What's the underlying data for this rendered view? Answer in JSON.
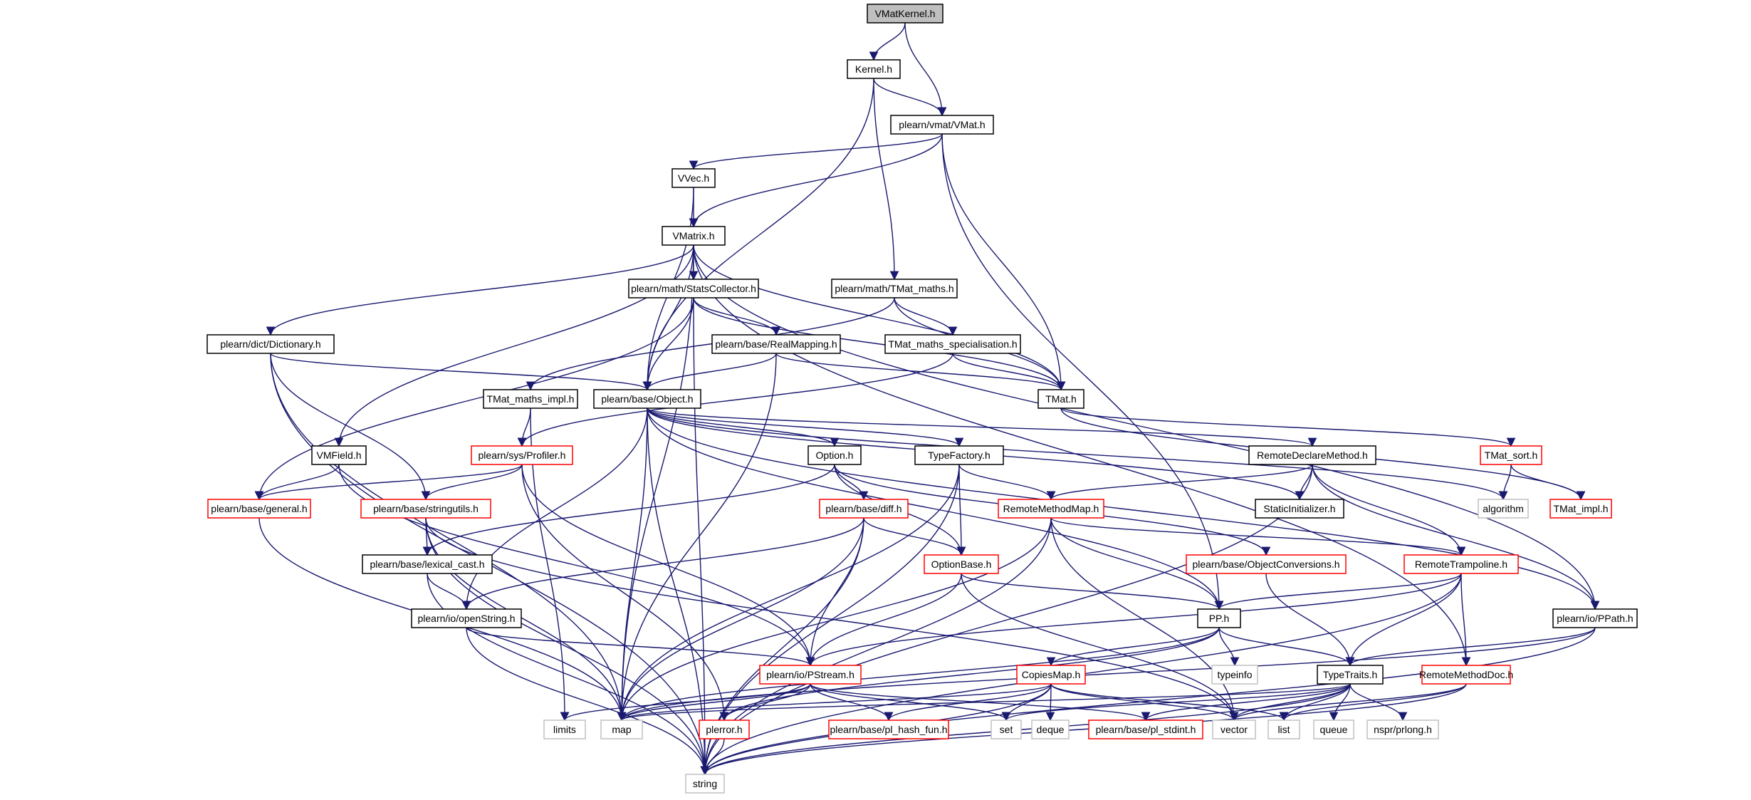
{
  "colors": {
    "edge": "#191970",
    "border_normal": "#000000",
    "border_red": "#ff0000",
    "border_gray": "#c0c0c0",
    "root_fill": "#bfbfbf",
    "fill": "#ffffff"
  },
  "nodes": [
    {
      "id": "vmatkernel",
      "label": "VMatKernel.h",
      "kind": "root"
    },
    {
      "id": "kernel",
      "label": "Kernel.h",
      "kind": "normal"
    },
    {
      "id": "vmat",
      "label": "plearn/vmat/VMat.h",
      "kind": "normal"
    },
    {
      "id": "vvec",
      "label": "VVec.h",
      "kind": "normal"
    },
    {
      "id": "vmatrix",
      "label": "VMatrix.h",
      "kind": "normal"
    },
    {
      "id": "statscoll",
      "label": "plearn/math/StatsCollector.h",
      "kind": "normal"
    },
    {
      "id": "tmatmaths",
      "label": "plearn/math/TMat_maths.h",
      "kind": "normal"
    },
    {
      "id": "dictionary",
      "label": "plearn/dict/Dictionary.h",
      "kind": "normal"
    },
    {
      "id": "realmapping",
      "label": "plearn/base/RealMapping.h",
      "kind": "normal"
    },
    {
      "id": "tmatspec",
      "label": "TMat_maths_specialisation.h",
      "kind": "normal"
    },
    {
      "id": "tmatmathsimpl",
      "label": "TMat_maths_impl.h",
      "kind": "normal"
    },
    {
      "id": "object",
      "label": "plearn/base/Object.h",
      "kind": "normal"
    },
    {
      "id": "tmat",
      "label": "TMat.h",
      "kind": "normal"
    },
    {
      "id": "vmfield",
      "label": "VMField.h",
      "kind": "normal"
    },
    {
      "id": "profiler",
      "label": "plearn/sys/Profiler.h",
      "kind": "red"
    },
    {
      "id": "option",
      "label": "Option.h",
      "kind": "normal"
    },
    {
      "id": "typefactory",
      "label": "TypeFactory.h",
      "kind": "normal"
    },
    {
      "id": "remotedeclare",
      "label": "RemoteDeclareMethod.h",
      "kind": "normal"
    },
    {
      "id": "tmatsort",
      "label": "TMat_sort.h",
      "kind": "red"
    },
    {
      "id": "general",
      "label": "plearn/base/general.h",
      "kind": "red"
    },
    {
      "id": "stringutils",
      "label": "plearn/base/stringutils.h",
      "kind": "red"
    },
    {
      "id": "diff",
      "label": "plearn/base/diff.h",
      "kind": "red"
    },
    {
      "id": "remotemethodmap",
      "label": "RemoteMethodMap.h",
      "kind": "red"
    },
    {
      "id": "staticinit",
      "label": "StaticInitializer.h",
      "kind": "normal"
    },
    {
      "id": "algorithm",
      "label": "algorithm",
      "kind": "gray"
    },
    {
      "id": "tmatimpl",
      "label": "TMat_impl.h",
      "kind": "red"
    },
    {
      "id": "lexicalcast",
      "label": "plearn/base/lexical_cast.h",
      "kind": "normal"
    },
    {
      "id": "optionbase",
      "label": "OptionBase.h",
      "kind": "red"
    },
    {
      "id": "objconv",
      "label": "plearn/base/ObjectConversions.h",
      "kind": "red"
    },
    {
      "id": "remotetramp",
      "label": "RemoteTrampoline.h",
      "kind": "red"
    },
    {
      "id": "openstring",
      "label": "plearn/io/openString.h",
      "kind": "normal"
    },
    {
      "id": "pp",
      "label": "PP.h",
      "kind": "normal"
    },
    {
      "id": "ppath",
      "label": "plearn/io/PPath.h",
      "kind": "normal"
    },
    {
      "id": "pstream",
      "label": "plearn/io/PStream.h",
      "kind": "red"
    },
    {
      "id": "copiesmap",
      "label": "CopiesMap.h",
      "kind": "red"
    },
    {
      "id": "typeinfo",
      "label": "typeinfo",
      "kind": "gray"
    },
    {
      "id": "typetraits",
      "label": "TypeTraits.h",
      "kind": "normal"
    },
    {
      "id": "remotemethoddoc",
      "label": "RemoteMethodDoc.h",
      "kind": "red"
    },
    {
      "id": "limits",
      "label": "limits",
      "kind": "gray"
    },
    {
      "id": "map",
      "label": "map",
      "kind": "gray"
    },
    {
      "id": "plerror",
      "label": "plerror.h",
      "kind": "red"
    },
    {
      "id": "plhash",
      "label": "plearn/base/pl_hash_fun.h",
      "kind": "red"
    },
    {
      "id": "set",
      "label": "set",
      "kind": "gray"
    },
    {
      "id": "deque",
      "label": "deque",
      "kind": "gray"
    },
    {
      "id": "plstdint",
      "label": "plearn/base/pl_stdint.h",
      "kind": "red"
    },
    {
      "id": "vector",
      "label": "vector",
      "kind": "gray"
    },
    {
      "id": "list",
      "label": "list",
      "kind": "gray"
    },
    {
      "id": "queue",
      "label": "queue",
      "kind": "gray"
    },
    {
      "id": "nsprlong",
      "label": "nspr/prlong.h",
      "kind": "gray"
    },
    {
      "id": "string",
      "label": "string",
      "kind": "gray"
    }
  ],
  "edges": [
    [
      "vmatkernel",
      "kernel"
    ],
    [
      "vmatkernel",
      "vmat"
    ],
    [
      "kernel",
      "vmat"
    ],
    [
      "kernel",
      "object"
    ],
    [
      "kernel",
      "tmatmaths"
    ],
    [
      "vmat",
      "vvec"
    ],
    [
      "vmat",
      "vmatrix"
    ],
    [
      "vmat",
      "tmat"
    ],
    [
      "vmat",
      "pp"
    ],
    [
      "vvec",
      "vmatrix"
    ],
    [
      "vvec",
      "object"
    ],
    [
      "vmatrix",
      "statscoll"
    ],
    [
      "vmatrix",
      "dictionary"
    ],
    [
      "vmatrix",
      "object"
    ],
    [
      "vmatrix",
      "tmat"
    ],
    [
      "vmatrix",
      "vmfield"
    ],
    [
      "vmatrix",
      "ppath"
    ],
    [
      "vmatrix",
      "remotemethoddoc"
    ],
    [
      "vmatrix",
      "map"
    ],
    [
      "statscoll",
      "realmapping"
    ],
    [
      "statscoll",
      "object"
    ],
    [
      "statscoll",
      "tmat"
    ],
    [
      "statscoll",
      "general"
    ],
    [
      "statscoll",
      "string"
    ],
    [
      "tmatmaths",
      "tmatspec"
    ],
    [
      "tmatmaths",
      "tmat"
    ],
    [
      "tmatmaths",
      "tmatmathsimpl"
    ],
    [
      "dictionary",
      "object"
    ],
    [
      "dictionary",
      "stringutils"
    ],
    [
      "dictionary",
      "map"
    ],
    [
      "dictionary",
      "string"
    ],
    [
      "realmapping",
      "object"
    ],
    [
      "realmapping",
      "tmat"
    ],
    [
      "realmapping",
      "map"
    ],
    [
      "tmatspec",
      "tmat"
    ],
    [
      "tmatspec",
      "profiler"
    ],
    [
      "tmatmathsimpl",
      "profiler"
    ],
    [
      "tmatmathsimpl",
      "limits"
    ],
    [
      "object",
      "option"
    ],
    [
      "object",
      "typefactory"
    ],
    [
      "object",
      "remotedeclare"
    ],
    [
      "object",
      "staticinit"
    ],
    [
      "object",
      "pp"
    ],
    [
      "object",
      "ppath"
    ],
    [
      "object",
      "openstring"
    ],
    [
      "object",
      "map"
    ],
    [
      "object",
      "string"
    ],
    [
      "object",
      "algorithm"
    ],
    [
      "tmat",
      "tmatsort"
    ],
    [
      "tmat",
      "tmatimpl"
    ],
    [
      "tmatsort",
      "algorithm"
    ],
    [
      "tmatsort",
      "tmatimpl"
    ],
    [
      "vmfield",
      "general"
    ],
    [
      "vmfield",
      "pstream"
    ],
    [
      "profiler",
      "general"
    ],
    [
      "profiler",
      "stringutils"
    ],
    [
      "profiler",
      "pstream"
    ],
    [
      "profiler",
      "plerror"
    ],
    [
      "option",
      "diff"
    ],
    [
      "option",
      "optionbase"
    ],
    [
      "option",
      "lexicalcast"
    ],
    [
      "option",
      "objconv"
    ],
    [
      "typefactory",
      "remotemethodmap"
    ],
    [
      "typefactory",
      "optionbase"
    ],
    [
      "typefactory",
      "map"
    ],
    [
      "typefactory",
      "string"
    ],
    [
      "remotedeclare",
      "remotemethodmap"
    ],
    [
      "remotedeclare",
      "staticinit"
    ],
    [
      "remotedeclare",
      "remotetramp"
    ],
    [
      "remotedeclare",
      "ppath"
    ],
    [
      "remotedeclare",
      "string"
    ],
    [
      "general",
      "map"
    ],
    [
      "stringutils",
      "lexicalcast"
    ],
    [
      "stringutils",
      "vector"
    ],
    [
      "stringutils",
      "map"
    ],
    [
      "stringutils",
      "string"
    ],
    [
      "diff",
      "optionbase"
    ],
    [
      "diff",
      "openstring"
    ],
    [
      "diff",
      "pstream"
    ],
    [
      "diff",
      "map"
    ],
    [
      "diff",
      "string"
    ],
    [
      "remotemethodmap",
      "remotetramp"
    ],
    [
      "remotemethodmap",
      "pp"
    ],
    [
      "remotemethodmap",
      "map"
    ],
    [
      "remotemethodmap",
      "vector"
    ],
    [
      "remotemethodmap",
      "string"
    ],
    [
      "lexicalcast",
      "openstring"
    ],
    [
      "lexicalcast",
      "string"
    ],
    [
      "optionbase",
      "pp"
    ],
    [
      "optionbase",
      "pstream"
    ],
    [
      "optionbase",
      "vector"
    ],
    [
      "objconv",
      "typetraits"
    ],
    [
      "remotetramp",
      "pp"
    ],
    [
      "remotetramp",
      "typetraits"
    ],
    [
      "remotetramp",
      "remotemethoddoc"
    ],
    [
      "remotetramp",
      "pstream"
    ],
    [
      "remotetramp",
      "string"
    ],
    [
      "openstring",
      "pstream"
    ],
    [
      "openstring",
      "string"
    ],
    [
      "pp",
      "copiesmap"
    ],
    [
      "pp",
      "typeinfo"
    ],
    [
      "pp",
      "typetraits"
    ],
    [
      "pp",
      "map"
    ],
    [
      "pp",
      "plerror"
    ],
    [
      "ppath",
      "typetraits"
    ],
    [
      "ppath",
      "map"
    ],
    [
      "ppath",
      "string"
    ],
    [
      "pstream",
      "limits"
    ],
    [
      "pstream",
      "map"
    ],
    [
      "pstream",
      "plerror"
    ],
    [
      "pstream",
      "plhash"
    ],
    [
      "pstream",
      "set"
    ],
    [
      "pstream",
      "plstdint"
    ],
    [
      "copiesmap",
      "map"
    ],
    [
      "copiesmap",
      "set"
    ],
    [
      "copiesmap",
      "deque"
    ],
    [
      "copiesmap",
      "vector"
    ],
    [
      "copiesmap",
      "list"
    ],
    [
      "copiesmap",
      "plhash"
    ],
    [
      "copiesmap",
      "string"
    ],
    [
      "typetraits",
      "map"
    ],
    [
      "typetraits",
      "set"
    ],
    [
      "typetraits",
      "vector"
    ],
    [
      "typetraits",
      "list"
    ],
    [
      "typetraits",
      "queue"
    ],
    [
      "typetraits",
      "nsprlong"
    ],
    [
      "typetraits",
      "string"
    ],
    [
      "typetraits",
      "plstdint"
    ],
    [
      "remotemethoddoc",
      "list"
    ],
    [
      "remotemethoddoc",
      "vector"
    ],
    [
      "remotemethoddoc",
      "string"
    ],
    [
      "plerror",
      "string"
    ]
  ]
}
